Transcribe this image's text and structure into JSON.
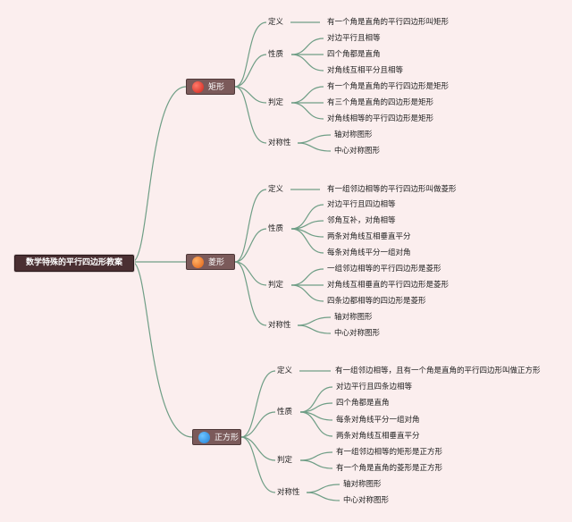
{
  "root": "数学特殊的平行四边形教案",
  "branches": [
    {
      "label": "矩形",
      "icon": "red-circle-icon",
      "definition_label": "定义",
      "definition": "有一个角是直角的平行四边形叫矩形",
      "properties_label": "性质",
      "properties": [
        "对边平行且相等",
        "四个角都是直角",
        "对角线互相平分且相等"
      ],
      "criteria_label": "判定",
      "criteria": [
        "有一个角是直角的平行四边形是矩形",
        "有三个角是直角的四边形是矩形",
        "对角线相等的平行四边形是矩形"
      ],
      "symmetry_label": "对称性",
      "symmetry": [
        "轴对称图形",
        "中心对称图形"
      ]
    },
    {
      "label": "菱形",
      "icon": "orange-circle-icon",
      "definition_label": "定义",
      "definition": "有一组邻边相等的平行四边形叫做菱形",
      "properties_label": "性质",
      "properties": [
        "对边平行且四边相等",
        "邻角互补，对角相等",
        "两条对角线互相垂直平分",
        "每条对角线平分一组对角"
      ],
      "criteria_label": "判定",
      "criteria": [
        "一组邻边相等的平行四边形是菱形",
        "对角线互相垂直的平行四边形是菱形",
        "四条边都相等的四边形是菱形"
      ],
      "symmetry_label": "对称性",
      "symmetry": [
        "轴对称图形",
        "中心对称图形"
      ]
    },
    {
      "label": "正方形",
      "icon": "blue-circle-icon",
      "definition_label": "定义",
      "definition": "有一组邻边相等，且有一个角是直角的平行四边形叫做正方形",
      "properties_label": "性质",
      "properties": [
        "对边平行且四条边相等",
        "四个角都是直角",
        "每条对角线平分一组对角",
        "两条对角线互相垂直平分"
      ],
      "criteria_label": "判定",
      "criteria": [
        "有一组邻边相等的矩形是正方形",
        "有一个角是直角的菱形是正方形"
      ],
      "symmetry_label": "对称性",
      "symmetry": [
        "轴对称图形",
        "中心对称图形"
      ]
    }
  ]
}
